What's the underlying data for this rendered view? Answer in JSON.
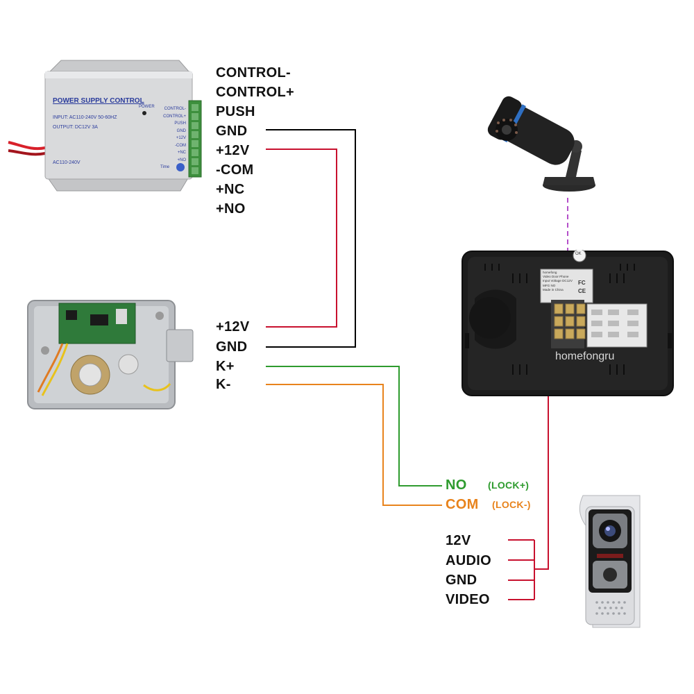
{
  "colors": {
    "wire_black": "#000000",
    "wire_red": "#c8102e",
    "wire_green": "#2e9b2e",
    "wire_orange": "#e8831c",
    "wire_purple": "#b44fc9",
    "psu_body": "#d9dadc",
    "psu_text": "#2a3b9c",
    "terminal_green": "#3d8f3d",
    "monitor_body": "#1c1c1c",
    "camera_body": "#222222",
    "doorbell_frame": "#e6e7ea"
  },
  "power_supply": {
    "title": "POWER SUPPLY CONTROL",
    "power_label": "POWER",
    "input_text": "INPUT: AC110-240V 50-60HZ",
    "output_text": "OUTPUT: DC12V 3A",
    "ac_text": "AC110-240V",
    "time_label": "Time",
    "terminal_labels": [
      "CONTROL-",
      "CONTROL+",
      "PUSH",
      "GND",
      "+12V",
      "-COM",
      "+NC",
      "+NO"
    ],
    "icon": "power-supply-unit-icon"
  },
  "psu_pins": [
    "CONTROL-",
    "CONTROL+",
    "PUSH",
    "GND",
    "+12V",
    "-COM",
    "+NC",
    "+NO"
  ],
  "lock_pins": [
    "+12V",
    "GND",
    "K+",
    "K-"
  ],
  "lock_device": {
    "icon": "electric-lock-icon"
  },
  "camera": {
    "icon": "bullet-camera-icon"
  },
  "monitor": {
    "brand": "homefongru",
    "ok_label": "OK",
    "sticker_lines": [
      "homefong",
      "Video Door Phone",
      "Input Voltage DC12V",
      "MFG NO",
      "Made in China"
    ],
    "fc_mark": "FC",
    "ce_mark": "CE",
    "icon": "indoor-monitor-icon"
  },
  "monitor_pins": {
    "no": "NO",
    "no_note": "(LOCK+)",
    "com": "COM",
    "com_note": "(LOCK-)"
  },
  "doorbell_pins": [
    "12V",
    "AUDIO",
    "GND",
    "VIDEO"
  ],
  "doorbell": {
    "icon": "outdoor-doorbell-camera-icon"
  }
}
